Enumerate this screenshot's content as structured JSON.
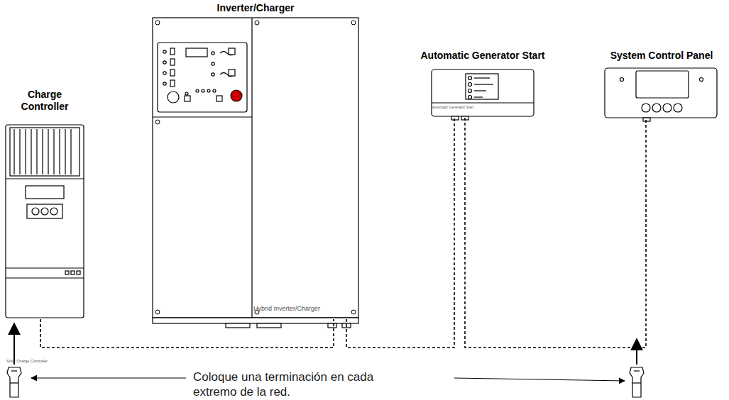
{
  "diagram": {
    "nodes": [
      {
        "text": [
          "Charge Controller",
          "Solar Charge Controller"
        ]
      },
      {
        "text": [
          "Inverter/Charger",
          "Hybrid Inverter/Charger"
        ]
      },
      {
        "text": [
          "Automatic Generator Start",
          "Automatic Generator Start"
        ]
      },
      {
        "text": [
          "System Control Panel"
        ]
      }
    ],
    "edges": [
      {
        "from": 0,
        "to": 1,
        "arrow": "none"
      },
      {
        "from": 1,
        "to": 2,
        "arrow": "none"
      },
      {
        "from": 2,
        "to": 3,
        "arrow": "none"
      }
    ],
    "labels": [
      "Coloque una terminación en cada extremo de la red."
    ]
  }
}
